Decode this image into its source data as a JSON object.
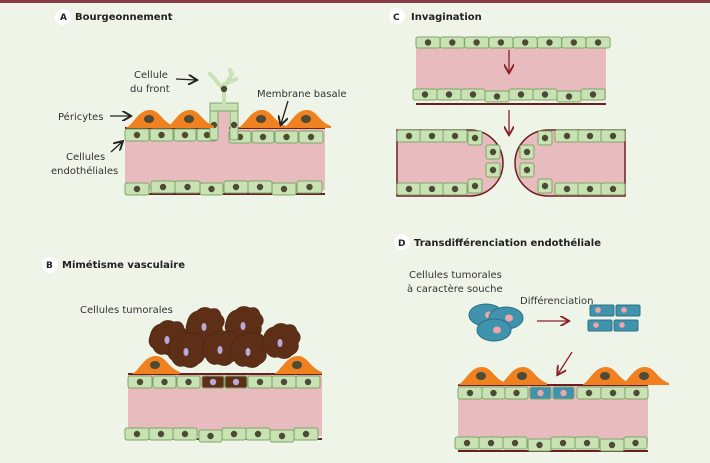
{
  "panels": {
    "a": {
      "letter": "A",
      "title": "Bourgeonnement",
      "labels": {
        "tip_cell_1": "Cellule",
        "tip_cell_2": "du front",
        "pericytes": "Péricytes",
        "basement": "Membrane basale",
        "endo_1": "Cellules",
        "endo_2": "endothéliales"
      }
    },
    "b": {
      "letter": "B",
      "title": "Mimétisme vasculaire",
      "labels": {
        "tumor": "Cellules tumorales"
      }
    },
    "c": {
      "letter": "C",
      "title": "Invagination"
    },
    "d": {
      "letter": "D",
      "title": "Transdifférenciation endothéliale",
      "labels": {
        "stem_1": "Cellules tumorales",
        "stem_2": "à caractère souche",
        "diff": "Différenciation"
      }
    }
  },
  "colors": {
    "background": "#eef5e8",
    "topbar": "#8a3a45",
    "lumen": "#e8bcbf",
    "endothelial": "#c8e2b4",
    "endothelial_border": "#7ea66a",
    "nucleus": "#4d4a36",
    "pericyte": "#ef8120",
    "membrane": "#6b1f22",
    "tumor": "#5e2f17",
    "tumor_nucleus": "#b9a9d8",
    "stem": "#3f93ad",
    "stem_nucleus": "#eda5a8",
    "arrow_red": "#8a2228"
  }
}
